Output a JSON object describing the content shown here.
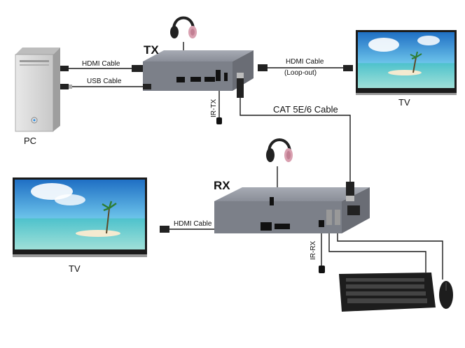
{
  "labels": {
    "tx": "TX",
    "rx": "RX",
    "pc": "PC",
    "tv_top": "TV",
    "tv_bottom": "TV",
    "hdmi_cable_pc": "HDMI Cable",
    "usb_cable_pc": "USB Cable",
    "hdmi_cable_loop": "HDMI Cable",
    "loop_out": "(Loop-out)",
    "cat_cable": "CAT 5E/6 Cable",
    "hdmi_cable_rx": "HDMI Cable",
    "ir_tx": "IR-TX",
    "ir_rx": "IR-RX"
  },
  "colors": {
    "device_body": "#7a7d86",
    "device_top": "#9a9ea8",
    "cable": "#1a1a1a",
    "headphone_pink": "#d9a0b0",
    "tv_sky": "#2f8fd8",
    "tv_sea": "#4fc2cc"
  }
}
